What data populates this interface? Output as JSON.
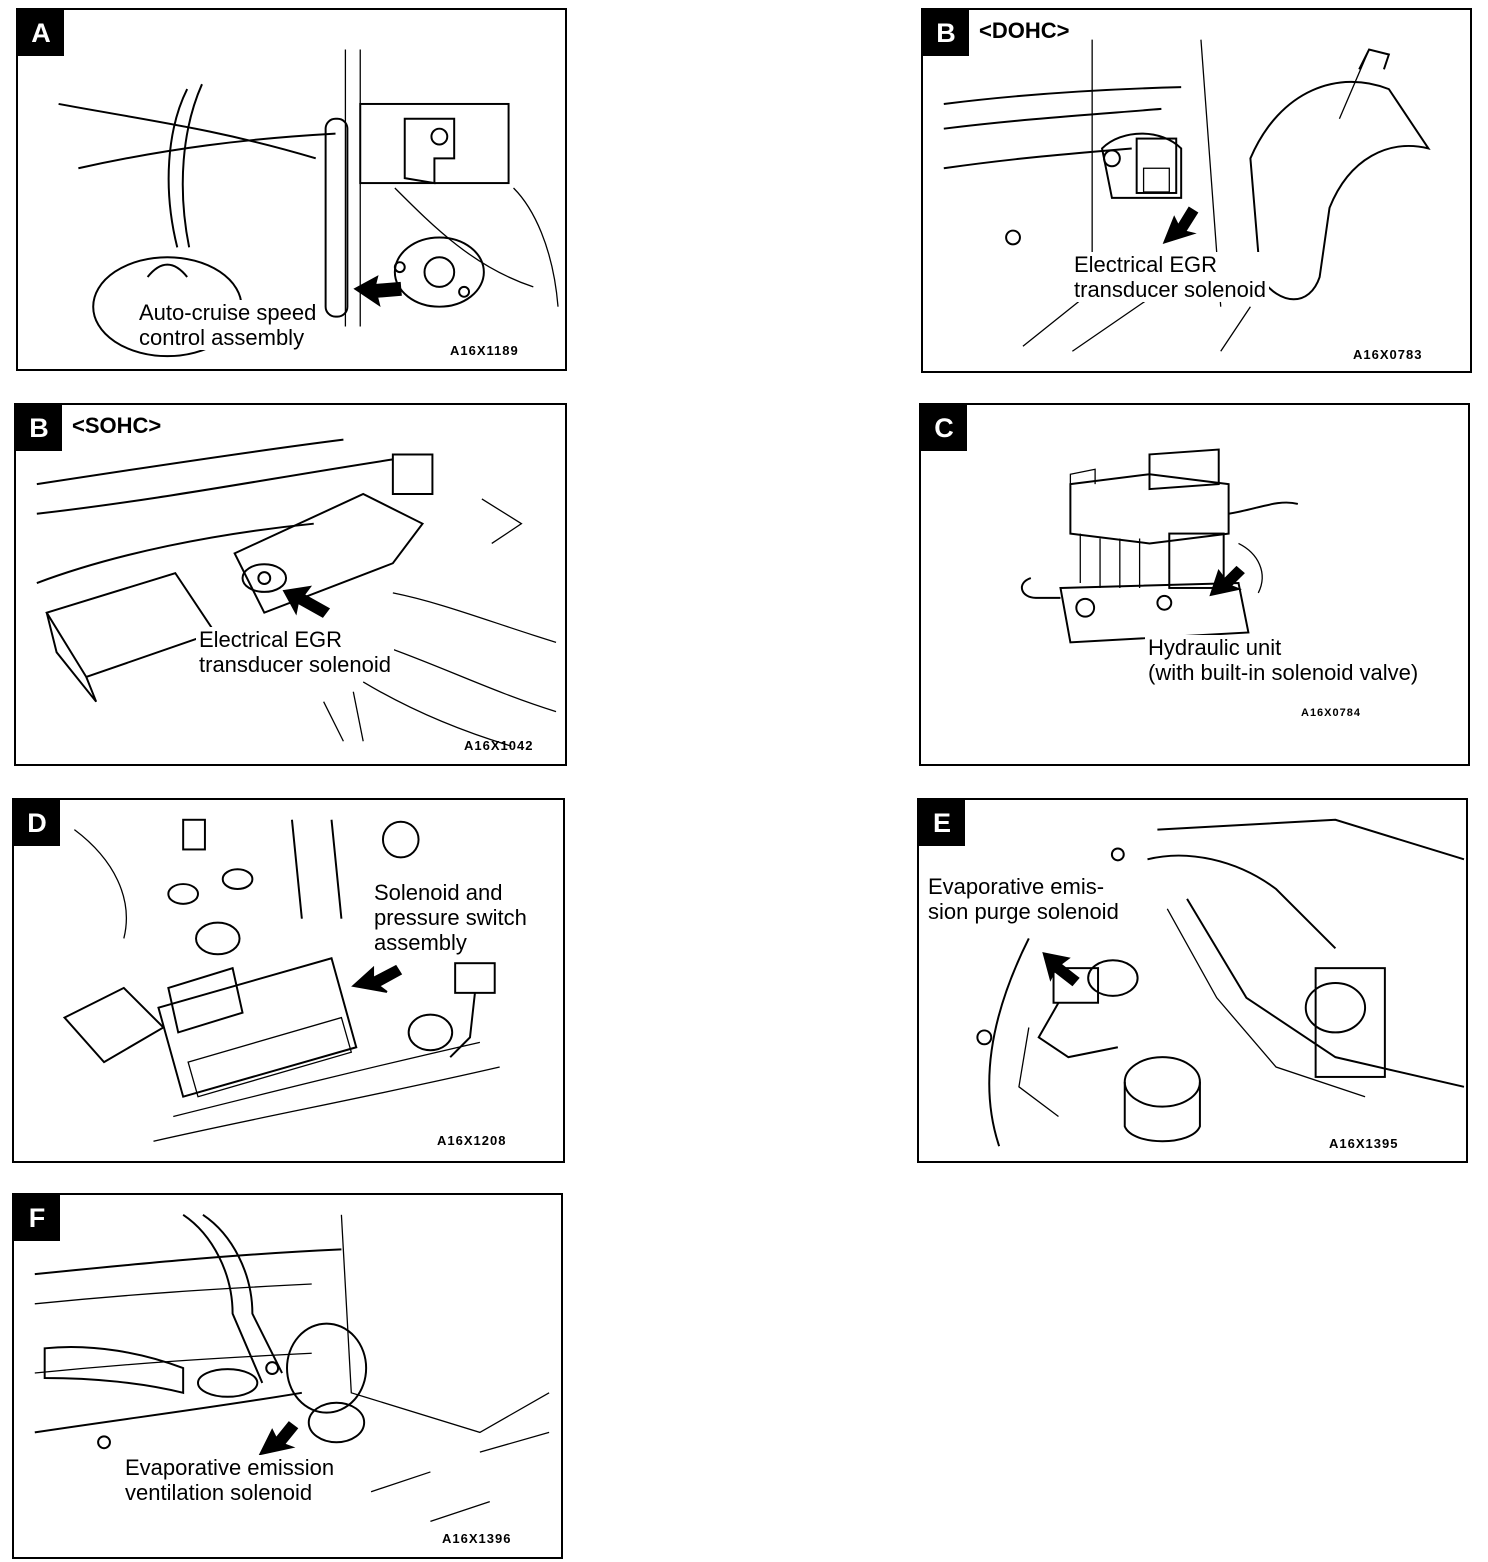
{
  "panels": {
    "a": {
      "letter": "A",
      "variant": "",
      "label": "Auto-cruise speed\ncontrol assembly",
      "code": "A16X1189"
    },
    "b_dohc": {
      "letter": "B",
      "variant": "<DOHC>",
      "label": "Electrical EGR\ntransducer solenoid",
      "code": "A16X0783"
    },
    "b_sohc": {
      "letter": "B",
      "variant": "<SOHC>",
      "label": "Electrical EGR\ntransducer solenoid",
      "code": "A16X1042"
    },
    "c": {
      "letter": "C",
      "variant": "",
      "label": "Hydraulic unit\n(with built-in solenoid valve)",
      "code": "A16X0784"
    },
    "d": {
      "letter": "D",
      "variant": "",
      "label": "Solenoid and\npressure switch\nassembly",
      "code": "A16X1208"
    },
    "e": {
      "letter": "E",
      "variant": "",
      "label": "Evaporative   emis-\nsion purge solenoid",
      "code": "A16X1395"
    },
    "f": {
      "letter": "F",
      "variant": "",
      "label": "Evaporative emission\nventilation solenoid",
      "code": "A16X1396"
    }
  }
}
